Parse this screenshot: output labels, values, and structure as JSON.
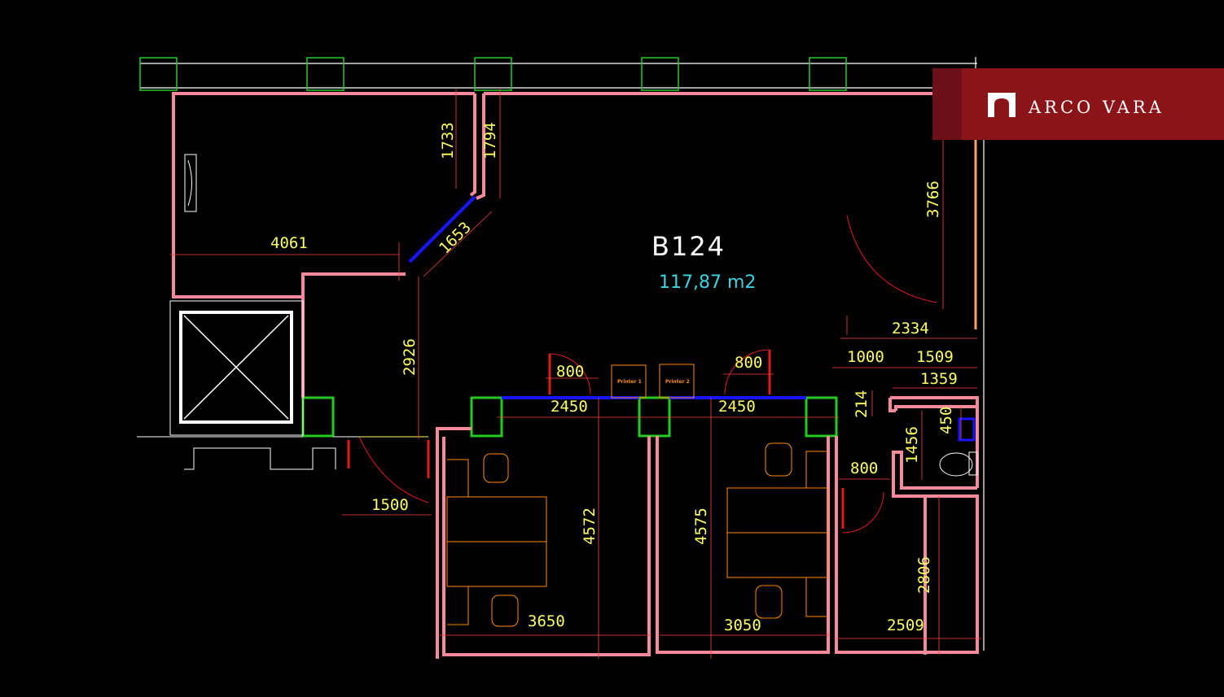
{
  "brand": {
    "name": "ARCO VARA",
    "stripe_color": "#6b1016",
    "color": "#8b1419"
  },
  "room": {
    "code": "B124",
    "area": "117,87 m2"
  },
  "printers": [
    "Printer 1",
    "Printer 2"
  ],
  "dimensions": {
    "d4061": "4061",
    "d1733": "1733",
    "d1794": "1794",
    "d1653": "1653",
    "d3766": "3766",
    "d2926": "2926",
    "d2334": "2334",
    "d1000": "1000",
    "d1509": "1509",
    "d1359": "1359",
    "d800a": "800",
    "d800b": "800",
    "d2450a": "2450",
    "d2450b": "2450",
    "d214": "214",
    "d450": "450",
    "d1456": "1456",
    "d800c": "800",
    "d1500": "1500",
    "d4572": "4572",
    "d4575": "4575",
    "d2806": "2806",
    "d3650": "3650",
    "d3050": "3050",
    "d2509": "2509"
  },
  "colors": {
    "wall": "#f58a9b",
    "column": "#22cc22",
    "glass": "#1515ff",
    "door": "#e11b1b",
    "dimension": "#ffff66",
    "furniture": "#ff8c00",
    "area_text": "#3ad4e0",
    "grid_line": "#ffffff"
  }
}
